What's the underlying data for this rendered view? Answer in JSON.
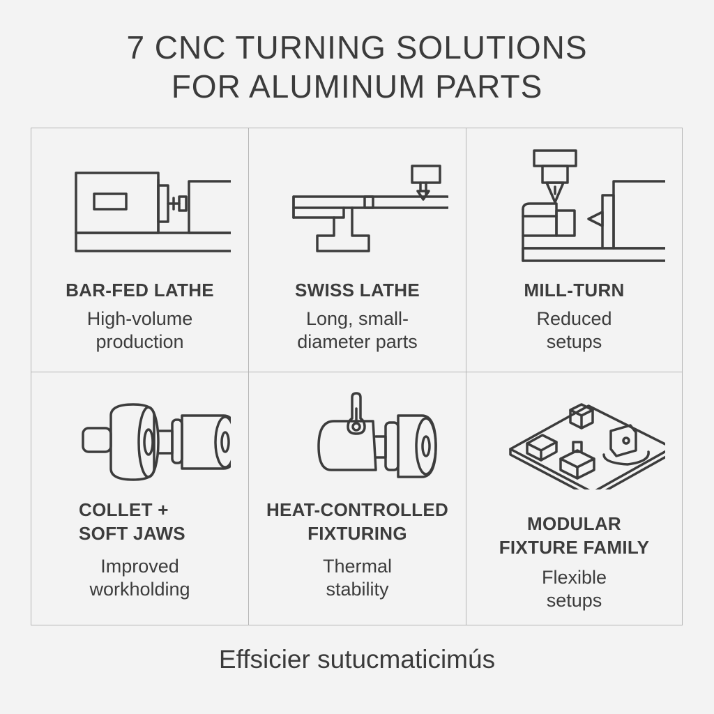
{
  "title": {
    "line1": "7 CNC TURNING SOLUTIONS",
    "line2": "FOR ALUMINUM PARTS"
  },
  "cells": [
    {
      "name_lines": [
        "BAR-FED LATHE"
      ],
      "desc_lines": [
        "High-volume",
        "production"
      ],
      "icon": "bar-fed-lathe-icon"
    },
    {
      "name_lines": [
        "SWISS LATHE"
      ],
      "desc_lines": [
        "Long, small-",
        "diameter parts"
      ],
      "icon": "swiss-lathe-icon"
    },
    {
      "name_lines": [
        "MILL-TURN"
      ],
      "desc_lines": [
        "Reduced",
        "setups"
      ],
      "icon": "mill-turn-icon"
    },
    {
      "name_lines": [
        "COLLET +",
        "SOFT JAWS"
      ],
      "desc_lines": [
        "Improved",
        "workholding"
      ],
      "icon": "collet-soft-jaws-icon"
    },
    {
      "name_lines": [
        "HEAT-CONTROLLED",
        "FIXTURING"
      ],
      "desc_lines": [
        "Thermal",
        "stability"
      ],
      "icon": "heat-controlled-fixturing-icon"
    },
    {
      "name_lines": [
        "MODULAR",
        "FIXTURE FAMILY"
      ],
      "desc_lines": [
        "Flexible",
        "setups"
      ],
      "icon": "modular-fixture-family-icon"
    }
  ],
  "footer": "Effsicier sutucmaticimús"
}
